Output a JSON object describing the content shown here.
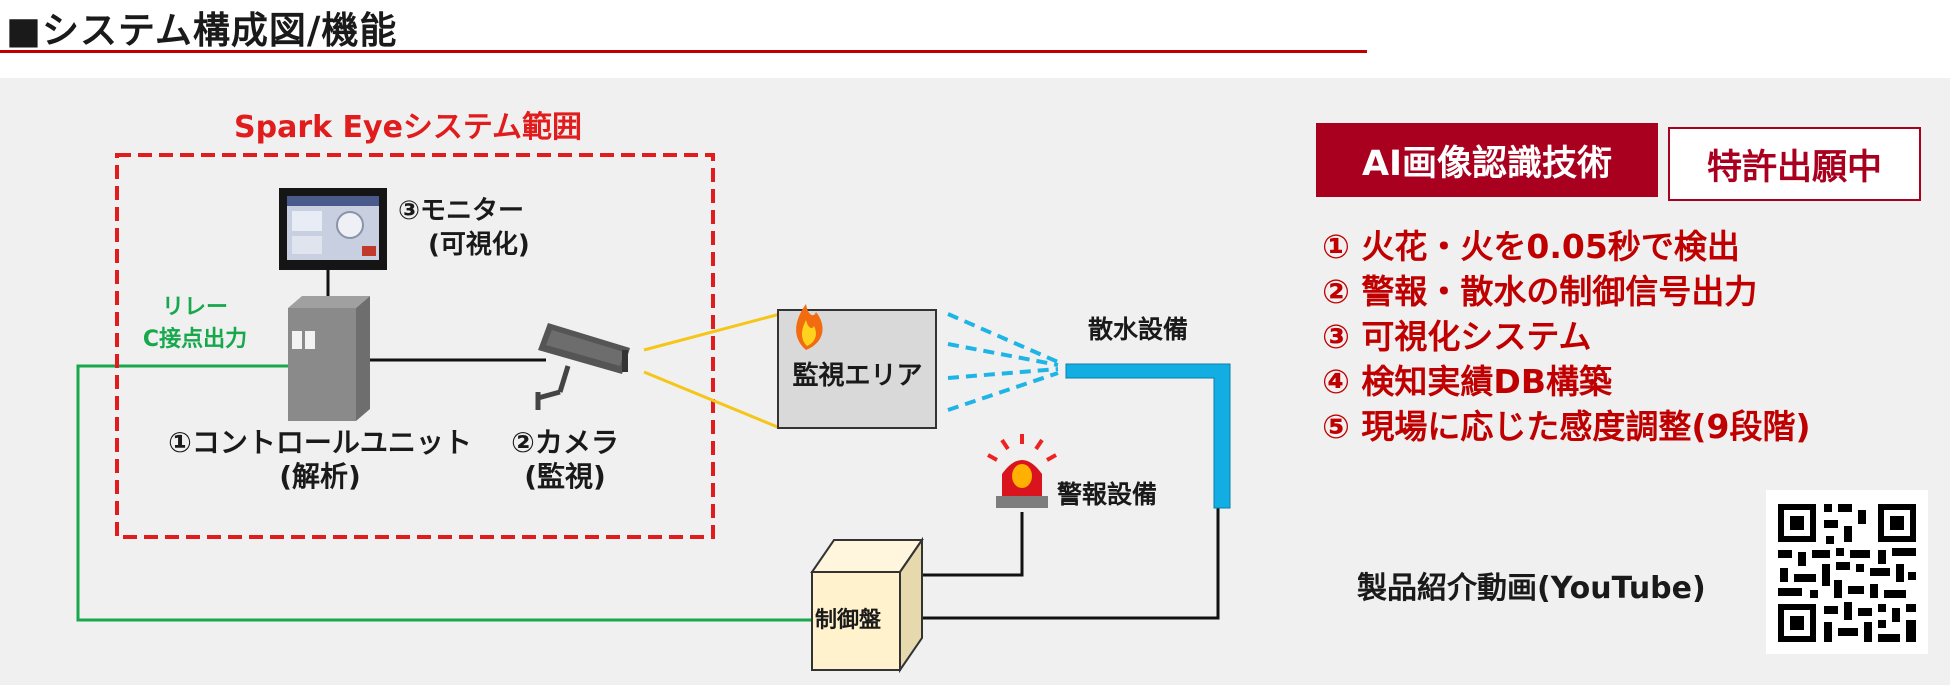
{
  "header": {
    "title": "■システム構成図/機能"
  },
  "diagram": {
    "scope_title": "Spark Eyeシステム範囲",
    "monitor": [
      "③モニター",
      "(可視化)"
    ],
    "relay": [
      "リレー",
      "C接点出力"
    ],
    "control_unit": [
      "①コントロールユニット",
      "(解析)"
    ],
    "camera": [
      "②カメラ",
      "(監視)"
    ],
    "monitoring_area": "監視エリア",
    "sprinkler": "散水設備",
    "alarm": "警報設備",
    "control_panel": "制御盤"
  },
  "sidebar": {
    "ai_badge": "AI画像認識技術",
    "patent_badge": "特許出願中",
    "features": [
      "① 火花・火を0.05秒で検出",
      "② 警報・散水の制御信号出力",
      "③ 可視化システム",
      "④ 検知実績DB構築",
      "⑤ 現場に応じた感度調整(9段階)"
    ],
    "video_label": "製品紹介動画(YouTube)"
  },
  "colors": {
    "accent_red": "#c00000",
    "badge_red": "#a8001e",
    "scope_red": "#e01c1c",
    "relay_green": "#17a84c",
    "camera_ray_yellow": "#f5c518",
    "spray_blue": "#1fb4e6"
  },
  "icons": [
    "monitor-icon",
    "control-unit-icon",
    "camera-icon",
    "flame-icon",
    "siren-icon",
    "control-panel-box-icon",
    "qr-code-icon"
  ]
}
